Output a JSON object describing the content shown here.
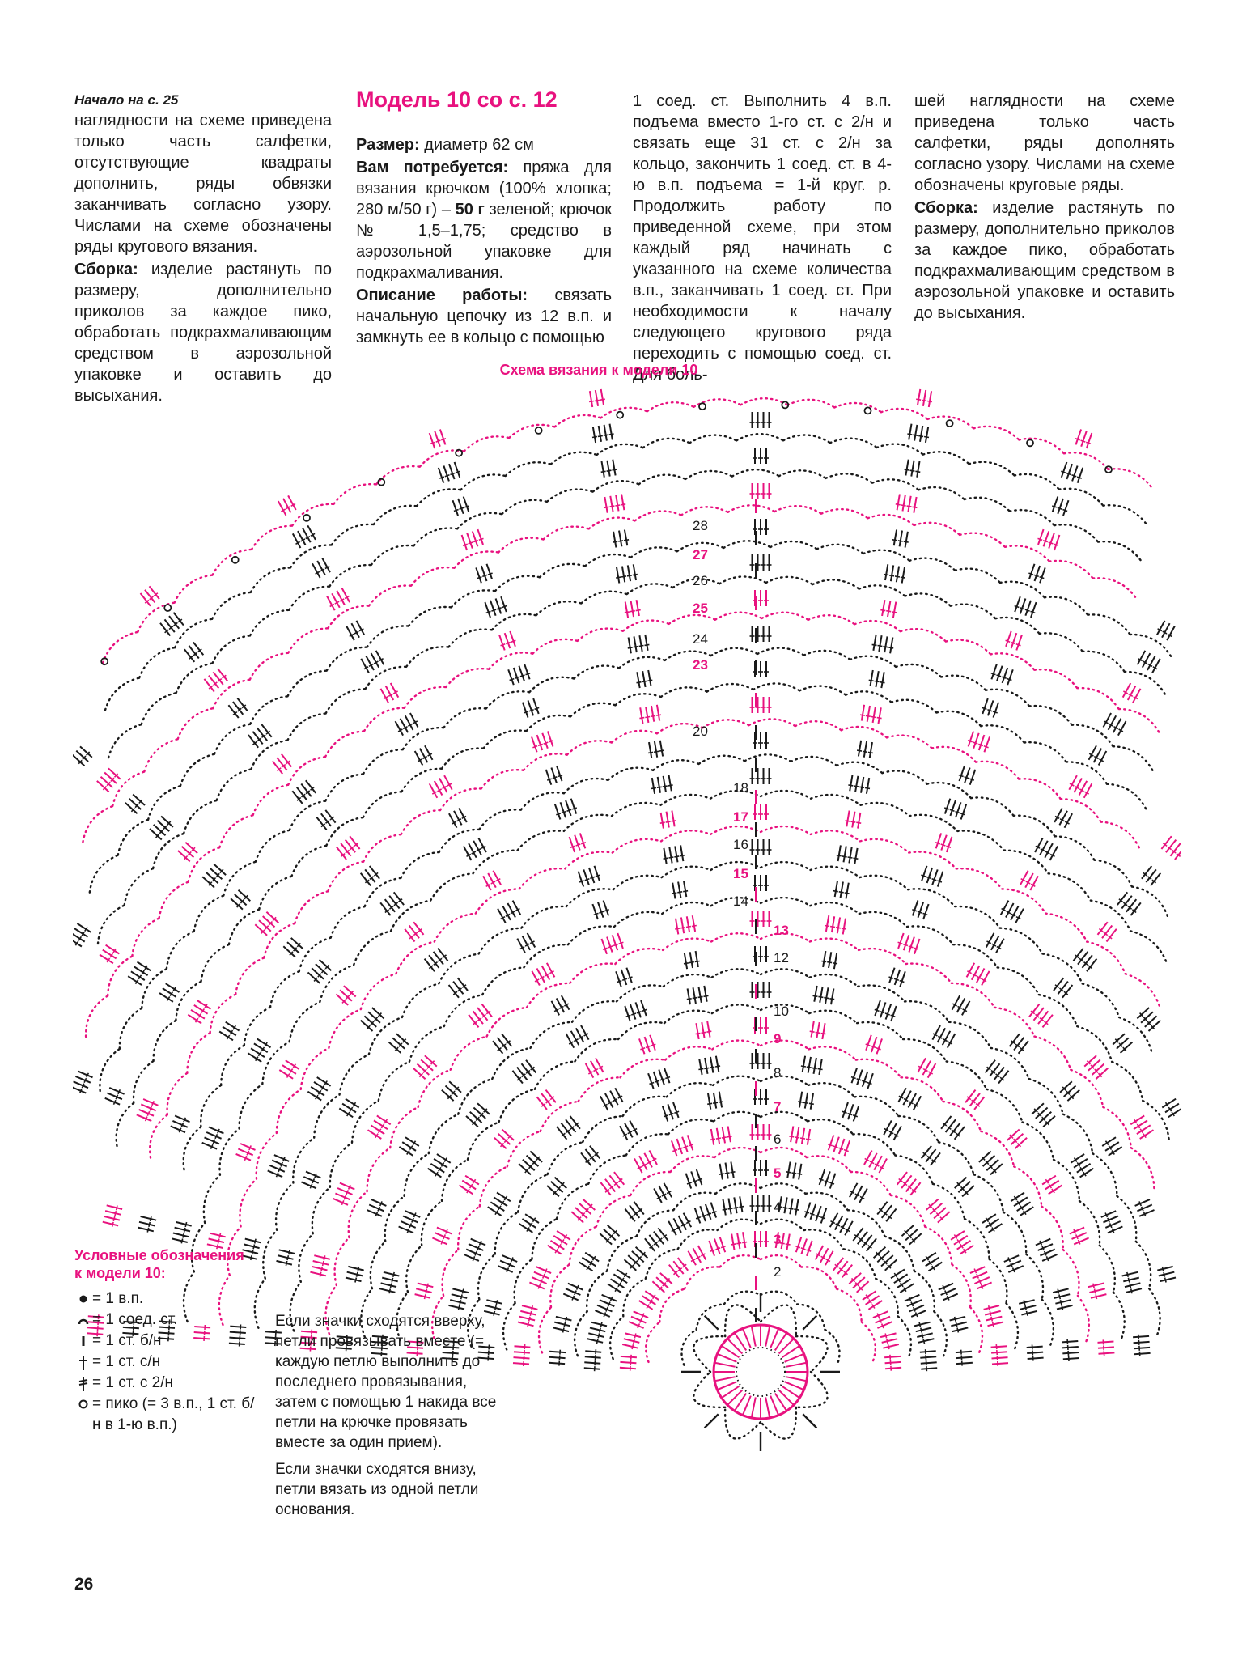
{
  "column1": {
    "continued_from": "Начало на с. 25",
    "text_main": "наглядности на схеме приведена только часть салфетки, отсутствующие квадраты дополнить, ряды обвязки заканчивать согласно узору. Числами на схеме обозначены ряды кругового вязания.",
    "assembly_label": "Сборка:",
    "assembly_text": "изделие растянуть по размеру, дополнительно приколов за каждое пико, обработать подкрахмаливающим средством в аэрозольной упаковке и оставить до высыхания."
  },
  "column2": {
    "title": "Модель 10 со с. 12",
    "size_label": "Размер:",
    "size_text": "диаметр 62 см",
    "materials_label": "Вам потребуется:",
    "materials_text_a": "пряжа для вязания крючком (100% хлопка; 280 м/50 г) –",
    "materials_amount": "50 г",
    "materials_text_b": "зеленой; крючок № 1,5–1,75; средство в аэрозольной упаковке для подкрахмаливания.",
    "work_label": "Описание работы:",
    "work_text": "связать начальную цепочку из 12 в.п. и замкнуть ее в кольцо с помощью"
  },
  "column3": {
    "text": "1 соед. ст. Выполнить 4 в.п. подъема вместо 1-го ст. с 2/н и связать еще 31 ст. с 2/н за кольцо, закончить 1 соед. ст. в 4-ю в.п. подъема = 1-й круг. р. Продолжить работу по приведенной схеме, при этом каждый ряд начинать с указанного на схеме количества в.п., заканчивать 1 соед. ст. При необходимости к началу следующего кругового ряда переходить с помощью соед. ст. Для боль-"
  },
  "column4": {
    "text_main": "шей наглядности на схеме приведена только часть салфетки, ряды дополнять согласно узору. Числами на схеме обозначены круговые ряды.",
    "assembly_label": "Сборка:",
    "assembly_text": "изделие растянуть по размеру, дополнительно приколов за каждое пико, обработать подкрахмаливающим средством в аэрозольной упаковке и оставить до высыхания."
  },
  "chart_title": "Схема вязания к модели 10",
  "row_labels": [
    "2",
    "3",
    "4",
    "5",
    "6",
    "7",
    "8",
    "9",
    "10",
    "12",
    "13",
    "14",
    "15",
    "16",
    "17",
    "18",
    "20",
    "23",
    "24",
    "25",
    "26",
    "27",
    "28"
  ],
  "legend": {
    "title_line1": "Условные обозначения",
    "title_line2": "к модели 10:",
    "items": [
      "= 1 в.п.",
      "= 1 соед. ст.",
      "= 1 ст. б/н",
      "= 1 ст. с/н",
      "= 1 ст. с 2/н",
      "= пико (= 3 в.п., 1 ст. б/н в 1-ю в.п.)"
    ]
  },
  "notes": {
    "p1": "Если значки сходятся вверху, петли провязывать вместе (= каждую петлю выполнить до последнего провязывания, затем с помощью 1 накида все петли на крючке провязать вместе за один прием).",
    "p2": "Если значки сходятся внизу, петли вязать из одной петли основания."
  },
  "page_number": "26",
  "colors": {
    "accent": "#e8127f",
    "ink": "#1a1a1a"
  }
}
